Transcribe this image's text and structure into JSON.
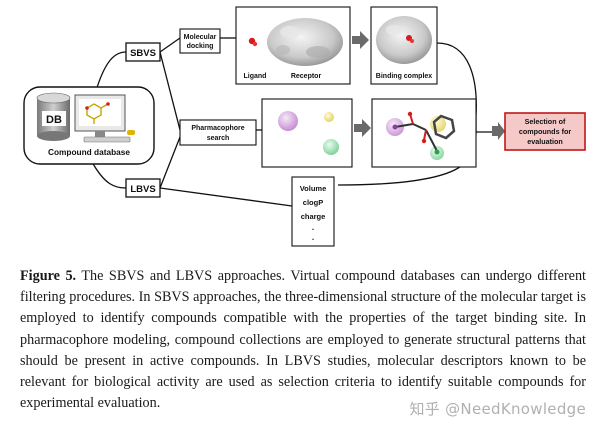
{
  "diagram": {
    "database_label": "Compound database",
    "db_icon_text": "DB",
    "sbvs_label": "SBVS",
    "lbvs_label": "LBVS",
    "docking_label_line1": "Molecular",
    "docking_label_line2": "docking",
    "pharmacophore_label_line1": "Pharmacophore",
    "pharmacophore_label_line2": "search",
    "ligand_label": "Ligand",
    "receptor_label": "Receptor",
    "complex_label": "Binding complex",
    "selection_line1": "Selection of",
    "selection_line2": "compounds for",
    "selection_line3": "evaluation",
    "descriptor_1": "Volume",
    "descriptor_2": "clogP",
    "descriptor_3": "charge",
    "descriptor_dot": "."
  },
  "caption": {
    "label": "Figure 5.",
    "text": " The SBVS and LBVS approaches. Virtual compound databases can undergo different filtering procedures. In SBVS approaches, the three-dimensional structure of the molecular target is employed to identify compounds compatible with the properties of the target binding site. In pharmacophore modeling, compound collections are employed to generate structural patterns that should be present in active compounds. In LBVS studies, molecular descriptors known to be relevant for biological activity are used as selection criteria to identify suitable compounds for experimental evaluation."
  },
  "watermark": "知乎 @NeedKnowledge",
  "colors": {
    "selection_fill": "#f6c9c9",
    "selection_border": "#c0181a",
    "arrow_gray": "#6a6a6a"
  }
}
